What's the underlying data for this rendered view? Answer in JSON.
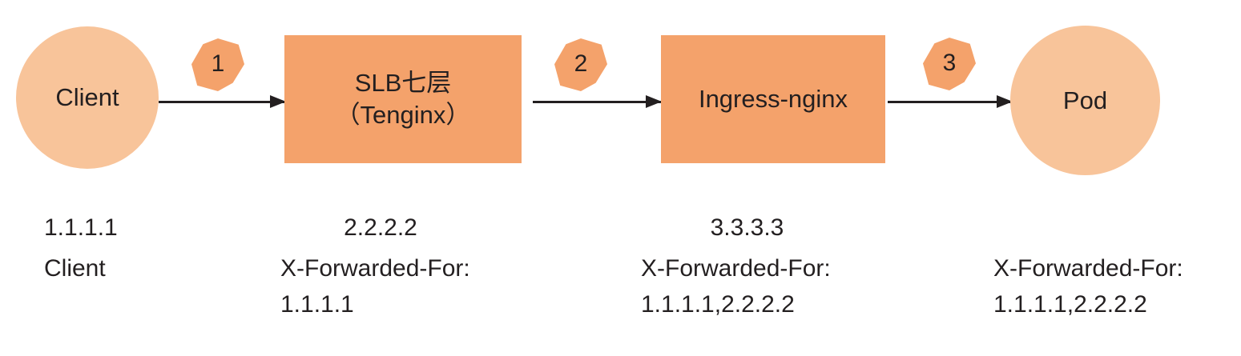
{
  "diagram": {
    "title": "SLB to Ingress-nginx X-Forwarded-For chain",
    "colors": {
      "circle_fill": "#f8c49a",
      "rect_fill": "#f4a26b",
      "badge_fill": "#f4a26b",
      "text": "#231f20",
      "arrow": "#231f20",
      "background": "#ffffff"
    },
    "nodes": [
      {
        "id": "client",
        "shape": "circle",
        "label": "Client"
      },
      {
        "id": "slb",
        "shape": "rectangle",
        "label_line1": "SLB七层",
        "label_line2": "（Tenginx）"
      },
      {
        "id": "ingress",
        "shape": "rectangle",
        "label": "Ingress-nginx"
      },
      {
        "id": "pod",
        "shape": "circle",
        "label": "Pod"
      }
    ],
    "steps": [
      {
        "number": "1",
        "from": "client",
        "to": "slb"
      },
      {
        "number": "2",
        "from": "slb",
        "to": "ingress"
      },
      {
        "number": "3",
        "from": "ingress",
        "to": "pod"
      }
    ],
    "annotations": [
      {
        "id": "client",
        "ip": "1.1.1.1",
        "header": "Client"
      },
      {
        "id": "slb",
        "ip": "2.2.2.2",
        "header": "X-Forwarded-For: 1.1.1.1"
      },
      {
        "id": "ingress",
        "ip": "3.3.3.3",
        "header": "X-Forwarded-For: 1.1.1.1,2.2.2.2"
      },
      {
        "id": "pod",
        "ip": "",
        "header": "X-Forwarded-For: 1.1.1.1,2.2.2.2"
      }
    ]
  }
}
